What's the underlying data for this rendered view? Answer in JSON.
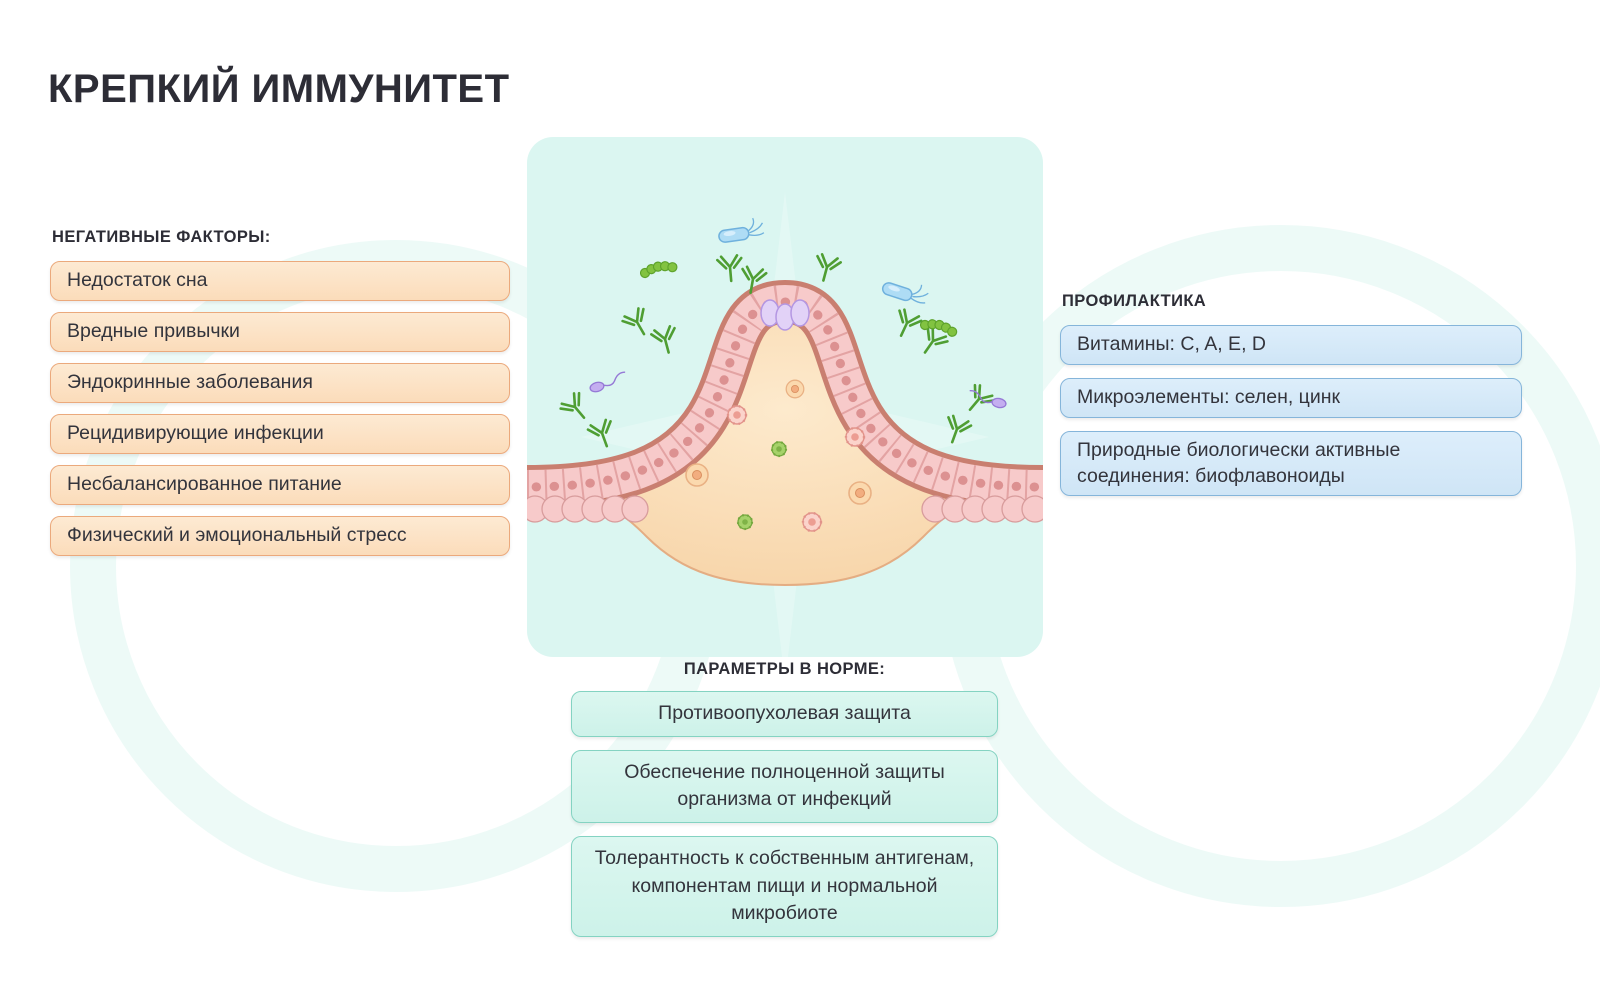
{
  "title": "КРЕПКИЙ ИММУНИТЕТ",
  "negative_factors": {
    "heading": "НЕГАТИВНЫЕ ФАКТОРЫ:",
    "items": [
      "Недостаток сна",
      "Вредные привычки",
      "Эндокринные заболевания",
      "Рецидивирующие инфекции",
      "Несбалансированное питание",
      "Физический и эмоциональный стресс"
    ]
  },
  "prevention": {
    "heading": "ПРОФИЛАКТИКА",
    "items": [
      "Витамины: C, A, E, D",
      "Микроэлементы: селен, цинк",
      "Природные биологически активные соединения: биофлавоноиды"
    ]
  },
  "normal_parameters": {
    "heading": "ПАРАМЕТРЫ В НОРМЕ:",
    "items": [
      "Противоопухолевая защита",
      "Обеспечение полноценной защиты организма от инфекций",
      "Толерантность к собственным антигенам, компонентам пищи и нормальной микробиоте"
    ]
  },
  "colors": {
    "negative_box_bg": "#fbdcba",
    "negative_box_border": "#eba97c",
    "prevention_box_bg": "#cfe5f6",
    "prevention_box_border": "#85b5da",
    "normal_box_bg": "#cdf2e9",
    "normal_box_border": "#84d3c2",
    "panel_bg": "#dbf6f1"
  }
}
